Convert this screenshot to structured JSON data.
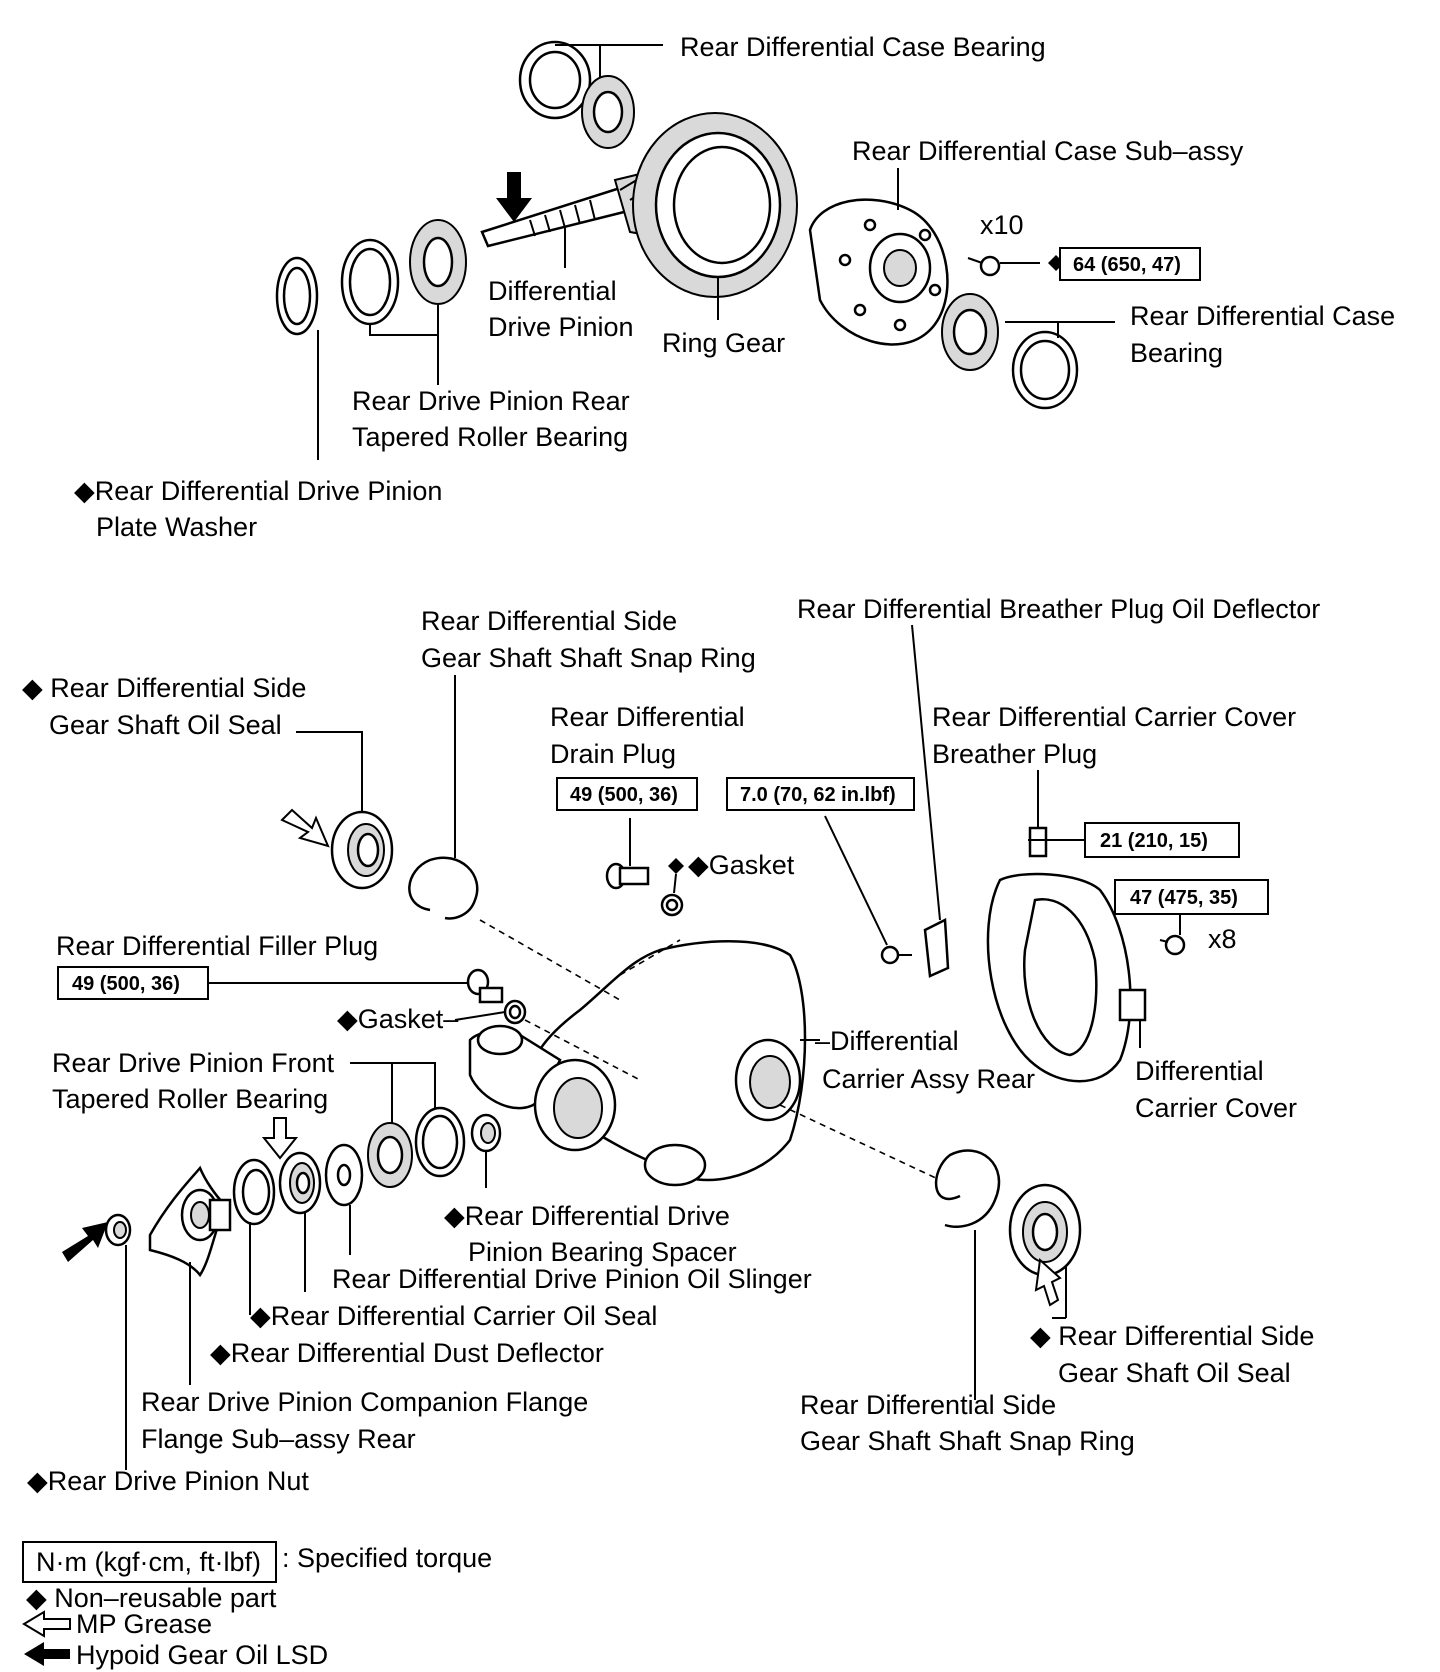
{
  "labels": {
    "case_bearing_top": "Rear Differential Case Bearing",
    "case_sub_assy": "Rear Differential Case Sub–assy",
    "x10": "x10",
    "diff_drive_pinion_1": "Differential",
    "diff_drive_pinion_2": "Drive Pinion",
    "ring_gear": "Ring Gear",
    "case_bearing_right_1": "Rear Differential Case",
    "case_bearing_right_2": "Bearing",
    "rear_tapered_1": "Rear Drive Pinion Rear",
    "rear_tapered_2": "Tapered Roller Bearing",
    "plate_washer_1": "◆Rear Differential Drive Pinion",
    "plate_washer_2": "Plate Washer",
    "snap_ring_top_1": "Rear Differential Side",
    "snap_ring_top_2": "Gear Shaft Shaft Snap Ring",
    "breather_deflector": "Rear Differential Breather Plug Oil Deflector",
    "oil_seal_left_1": "◆ Rear Differential Side",
    "oil_seal_left_2": "Gear Shaft Oil Seal",
    "drain_plug_1": "Rear Differential",
    "drain_plug_2": "Drain Plug",
    "breather_plug_1": "Rear Differential Carrier Cover",
    "breather_plug_2": "Breather Plug",
    "gasket_1": "◆Gasket",
    "x8": "x8",
    "filler_plug": "Rear Differential Filler Plug",
    "gasket_2": "◆Gasket–",
    "carrier_assy_1": "–Differential",
    "carrier_assy_2": "Carrier Assy Rear",
    "carrier_cover_1": "Differential",
    "carrier_cover_2": "Carrier Cover",
    "front_tapered_1": "Rear Drive Pinion Front",
    "front_tapered_2": "Tapered Roller Bearing",
    "bearing_spacer_1": "◆Rear Differential Drive",
    "bearing_spacer_2": "Pinion Bearing Spacer",
    "oil_slinger": "Rear Differential Drive Pinion Oil Slinger",
    "carrier_oil_seal": "◆Rear Differential Carrier Oil Seal",
    "dust_deflector": "◆Rear Differential Dust Deflector",
    "oil_seal_right_1": "◆ Rear Differential Side",
    "oil_seal_right_2": "Gear Shaft Oil Seal",
    "companion_flange_1": "Rear Drive Pinion Companion Flange",
    "companion_flange_2": "Flange Sub–assy Rear",
    "snap_ring_bottom_1": "Rear Differential Side",
    "snap_ring_bottom_2": "Gear Shaft Shaft Snap Ring",
    "pinion_nut": "◆Rear Drive Pinion Nut"
  },
  "torques": {
    "case_bolts": "64 (650, 47)",
    "drain_plug": "49 (500, 36)",
    "deflector_bolt": "7.0 (70, 62 in.lbf)",
    "breather_plug": "21 (210, 15)",
    "cover_bolts": "47 (475, 35)",
    "filler_plug": "49 (500, 36)"
  },
  "legend": {
    "unit": "N·m (kgf·cm, ft·lbf)",
    "specified": ": Specified torque",
    "non_reusable": "◆ Non–reusable part",
    "mp_grease": "MP Grease",
    "hypoid": "Hypoid Gear Oil LSD"
  },
  "icons": {
    "diamond": "diamond-icon",
    "outline_arrow": "outline-arrow-icon",
    "solid_arrow": "solid-arrow-icon"
  }
}
